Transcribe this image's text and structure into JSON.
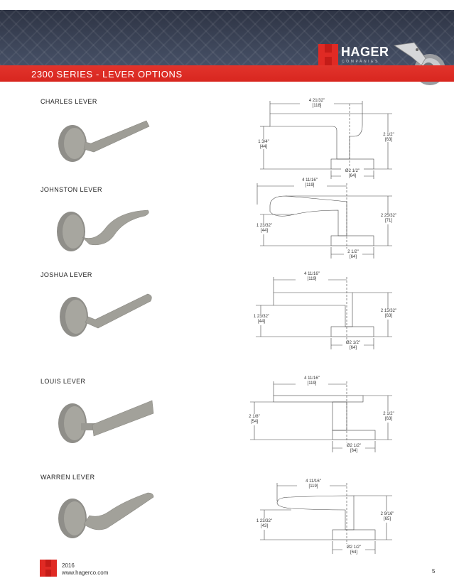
{
  "header": {
    "brand": "HAGER",
    "brand_sub": "COMPANIES",
    "title": "2300 SERIES - LEVER OPTIONS",
    "colors": {
      "accent": "#e02a24",
      "banner": "#3a4152"
    }
  },
  "levers": [
    {
      "name": "CHARLES LEVER",
      "shape": "square-bar",
      "dims": {
        "length": "4 21/32\"",
        "length_mm": "[118]",
        "height": "2 1/2\"",
        "height_mm": "[63]",
        "lower": "1 3/4\"",
        "lower_mm": "[44]",
        "rose": "Ø2 1/2\"",
        "rose_mm": "[64]"
      }
    },
    {
      "name": "JOHNSTON LEVER",
      "shape": "wave",
      "dims": {
        "length": "4 11/16\"",
        "length_mm": "[119]",
        "height": "2 25/32\"",
        "height_mm": "[71]",
        "lower": "1 23/32\"",
        "lower_mm": "[44]",
        "rose": "2 1/2\"",
        "rose_mm": "[64]"
      }
    },
    {
      "name": "JOSHUA LEVER",
      "shape": "round-bar",
      "dims": {
        "length": "4 11/16\"",
        "length_mm": "[119]",
        "height": "2 15/32\"",
        "height_mm": "[63]",
        "lower": "1 23/32\"",
        "lower_mm": "[44]",
        "rose": "Ø2 1/2\"",
        "rose_mm": "[64]"
      }
    },
    {
      "name": "LOUIS LEVER",
      "shape": "flat-bar",
      "dims": {
        "length": "4 11/16\"",
        "length_mm": "[119]",
        "height": "2 1/2\"",
        "height_mm": "[63]",
        "lower": "2 1/8\"",
        "lower_mm": "[54]",
        "rose": "Ø2 1/2\"",
        "rose_mm": "[64]"
      }
    },
    {
      "name": "WARREN LEVER",
      "shape": "curved-blade",
      "dims": {
        "length": "4 11/16\"",
        "length_mm": "[119]",
        "height": "2 9/16\"",
        "height_mm": "[65]",
        "lower": "1 23/32\"",
        "lower_mm": "[43]",
        "rose": "Ø2 1/2\"",
        "rose_mm": "[64]"
      }
    }
  ],
  "footer": {
    "year": "2016",
    "url": "www.hagerco.com",
    "page": "5"
  }
}
